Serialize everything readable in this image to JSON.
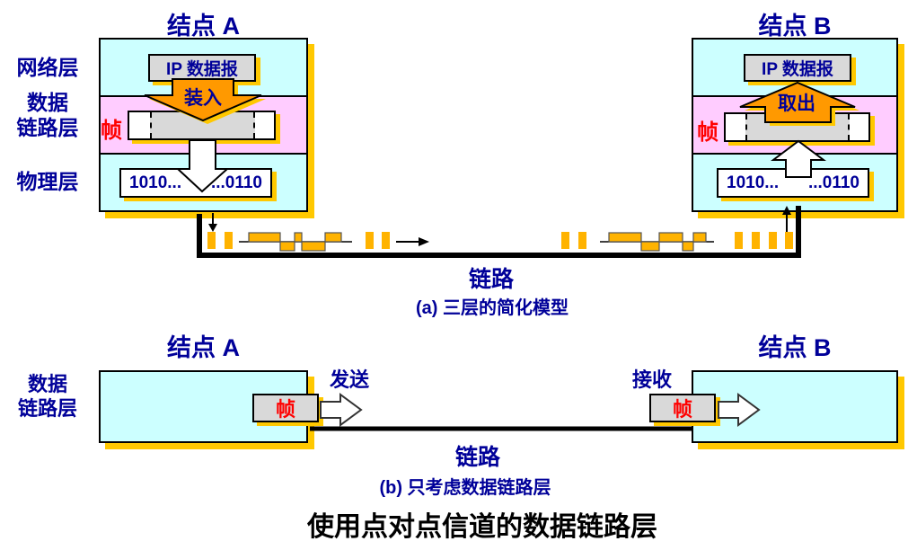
{
  "title": "使用点对点信道的数据链路层",
  "section_a": {
    "caption": "(a) 三层的简化模型",
    "link_label": "链路",
    "layers": {
      "network": "网络层",
      "datalink_1": "数据",
      "datalink_2": "链路层",
      "physical": "物理层"
    },
    "node_a": {
      "title": "结点 A",
      "ip_label": "IP 数据报",
      "action_label": "装入",
      "frame_label": "帧",
      "bits_left": "1010...",
      "bits_right": "...0110"
    },
    "node_b": {
      "title": "结点 B",
      "ip_label": "IP 数据报",
      "action_label": "取出",
      "frame_label": "帧",
      "bits_left": "1010...",
      "bits_right": "...0110"
    }
  },
  "section_b": {
    "caption": "(b) 只考虑数据链路层",
    "link_label": "链路",
    "layers": {
      "datalink_1": "数据",
      "datalink_2": "链路层"
    },
    "node_a": {
      "title": "结点 A",
      "frame_label": "帧",
      "action_label": "发送"
    },
    "node_b": {
      "title": "结点 B",
      "frame_label": "帧",
      "action_label": "接收"
    }
  },
  "colors": {
    "layer_cyan": "#CCFFFF",
    "datalink_pink": "#FFCCFF",
    "box_gray": "#D9D9D9",
    "shadow_gold": "#FFC800",
    "arrow_orange": "#FF9900",
    "pulse_orange": "#FFB300",
    "text_blue": "#000099",
    "frame_red": "#FF0000",
    "title_black": "#000000"
  }
}
